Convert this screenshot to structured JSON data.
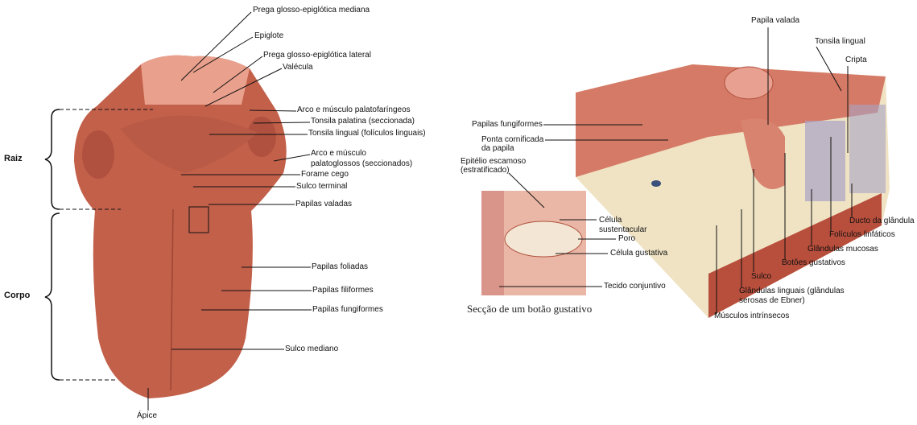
{
  "tongue": {
    "regions": {
      "root": "Raiz",
      "body": "Corpo"
    },
    "labels": [
      "Prega glosso-epiglótica mediana",
      "Epiglote",
      "Prega glosso-epiglótica lateral",
      "Valécula",
      "Arco e músculo palatofaríngeos",
      "Tonsila palatina (seccionada)",
      "Tonsila lingual (folículos linguais)",
      "Arco e músculo",
      "palatoglossos (seccionados)",
      "Forame cego",
      "Sulco terminal",
      "Papilas valadas",
      "Papilas foliadas",
      "Papilas filiformes",
      "Papilas fungiformes",
      "Sulco mediano",
      "Ápice"
    ]
  },
  "block": {
    "labels": [
      "Papila valada",
      "Tonsila lingual",
      "Cripta",
      "Ducto da glândula",
      "Folículos linfáticos",
      "Glândulas mucosas",
      "Botões gustativos",
      "Sulco",
      "Glândulas linguais (glândulas",
      "serosas de Ebner)",
      "Músculos intrínsecos",
      "Papilas fungiformes",
      "Ponta cornificada",
      "da papila"
    ]
  },
  "taste_bud": {
    "caption": "Secção de um botão gustativo",
    "labels": [
      "Epitélio escamoso",
      "(estratificado)",
      "Célula",
      "sustentacular",
      "Poro",
      "Célula gustativa",
      "Tecido conjuntivo"
    ]
  },
  "colors": {
    "tissue": "#c2604a",
    "tissue_light": "#e9a08c",
    "connective": "#efe3c4",
    "gland": "#a9a3c4"
  }
}
